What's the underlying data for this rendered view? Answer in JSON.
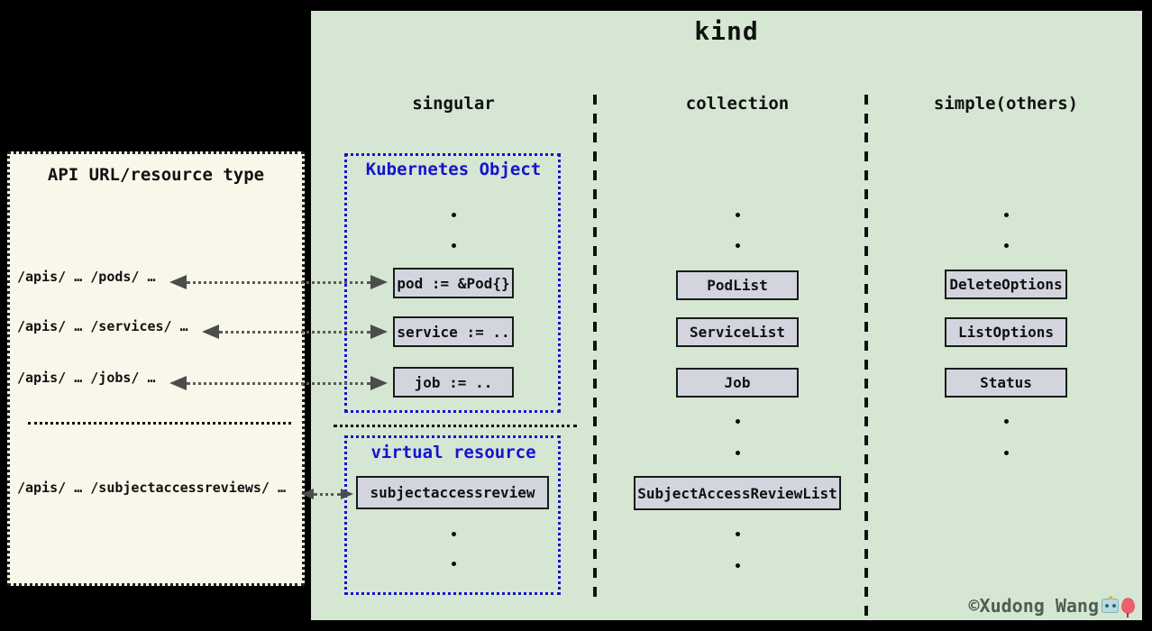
{
  "diagram": {
    "title": "kind",
    "column_headers": [
      "singular",
      "collection",
      "simple(others)"
    ],
    "api_panel": {
      "title": "API URL/resource type",
      "rows": [
        "/apis/ … /pods/ …",
        "/apis/ … /services/ …",
        "/apis/ … /jobs/ …",
        "/apis/ … /subjectaccessreviews/ …"
      ]
    },
    "singular": {
      "kubernetes_object_label": "Kubernetes Object",
      "kubernetes_object_items": [
        "pod := &Pod{}",
        "service := ..",
        "job := .."
      ],
      "virtual_resource_label": "virtual resource",
      "virtual_resource_items": [
        "subjectaccessreview"
      ]
    },
    "collection": {
      "items": [
        "PodList",
        "ServiceList",
        "Job",
        "SubjectAccessReviewList"
      ]
    },
    "simple": {
      "items": [
        "DeleteOptions",
        "ListOptions",
        "Status"
      ]
    },
    "credit": "©Xudong Wang",
    "credit_icons": [
      "robot-icon",
      "balloon-icon"
    ],
    "colors": {
      "background": "#000000",
      "panel_green": "#d5e6d3",
      "panel_ivory": "#f8f7ea",
      "box_fill": "#d3d5de",
      "blue_accent": "#1414cc",
      "arrow_gray": "#5a5a5a",
      "credit_gray": "#4e5e52"
    }
  }
}
